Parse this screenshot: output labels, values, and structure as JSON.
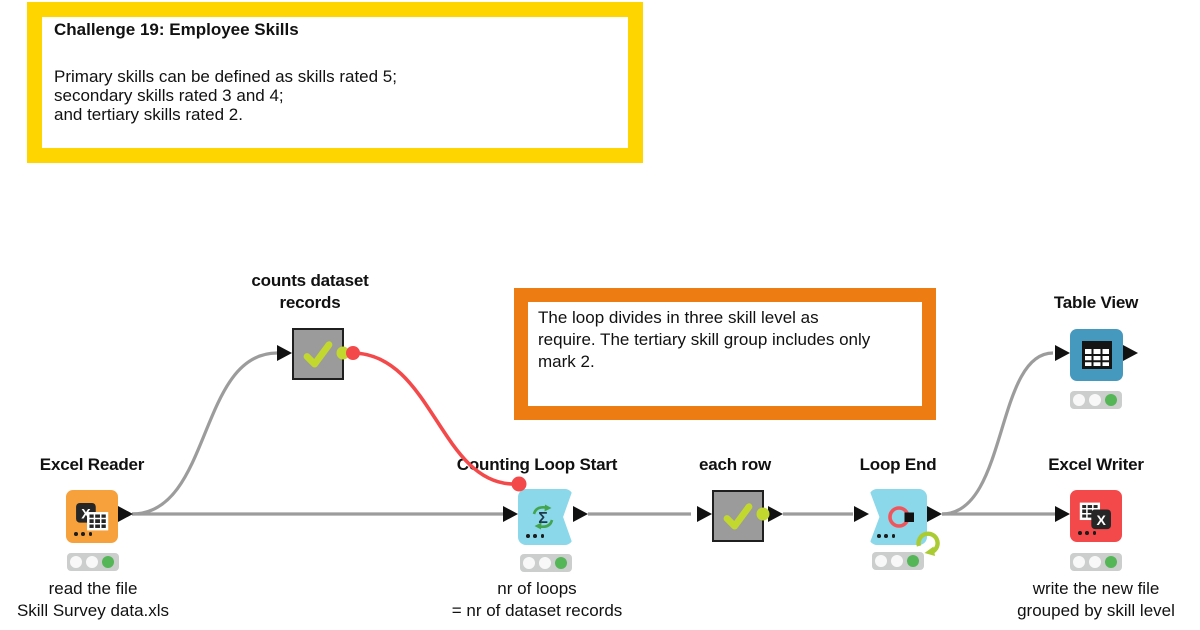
{
  "annotations": {
    "challenge": {
      "title": "Challenge 19: Employee Skills",
      "lines": [
        "Primary skills can be defined as skills rated 5;",
        "secondary skills rated 3 and 4;",
        "and tertiary skills rated 2."
      ],
      "border_color": "#FFD500"
    },
    "loop_note": {
      "lines": [
        "The loop divides in three skill level as",
        "require. The tertiary skill group includes only",
        "mark 2."
      ],
      "border_color": "#ED7D13"
    }
  },
  "workflow": {
    "nodes": {
      "excel_reader": {
        "title": "Excel Reader",
        "icon": "excel-spreadsheet",
        "color": "#F6A13C",
        "caption": [
          "read the file",
          "Skill Survey data.xls"
        ],
        "status": "executed"
      },
      "counts_dataset_records": {
        "title_lines": [
          "counts dataset",
          "records"
        ],
        "icon": "checkmark",
        "color": "#9B9B9B",
        "status": "none"
      },
      "counting_loop_start": {
        "title": "Counting Loop Start",
        "icon": "sigma-loop",
        "color": "#8BD8EA",
        "caption": [
          "nr of loops",
          "= nr of dataset records"
        ],
        "status": "executed"
      },
      "each_row": {
        "title": "each row",
        "icon": "checkmark",
        "color": "#9B9B9B",
        "status": "none"
      },
      "loop_end": {
        "title": "Loop End",
        "icon": "loop-end-circle",
        "color": "#8BD8EA",
        "status": "executed"
      },
      "table_view": {
        "title": "Table View",
        "icon": "table-grid",
        "color": "#4599BF",
        "status": "executed"
      },
      "excel_writer": {
        "title": "Excel Writer",
        "icon": "excel-write",
        "color": "#F4494B",
        "caption": [
          "write the new file",
          "grouped by skill level"
        ],
        "status": "executed"
      }
    },
    "sigma_glyph": "Σ"
  },
  "colors": {
    "annotation_yellow": "#FFD500",
    "annotation_orange": "#ED7D13",
    "node_orange": "#F6A13C",
    "node_light_blue": "#8BD8EA",
    "node_blue": "#4599BF",
    "node_red": "#F4494B",
    "node_gray": "#9B9B9B",
    "checkmark_lime": "#C3D82E",
    "flow_variable_red": "#F4494A",
    "connection_gray": "#9C9C9C",
    "status_green": "#55B657",
    "loop_arrow_green": "#ABCB33",
    "port_black": "#111111"
  }
}
